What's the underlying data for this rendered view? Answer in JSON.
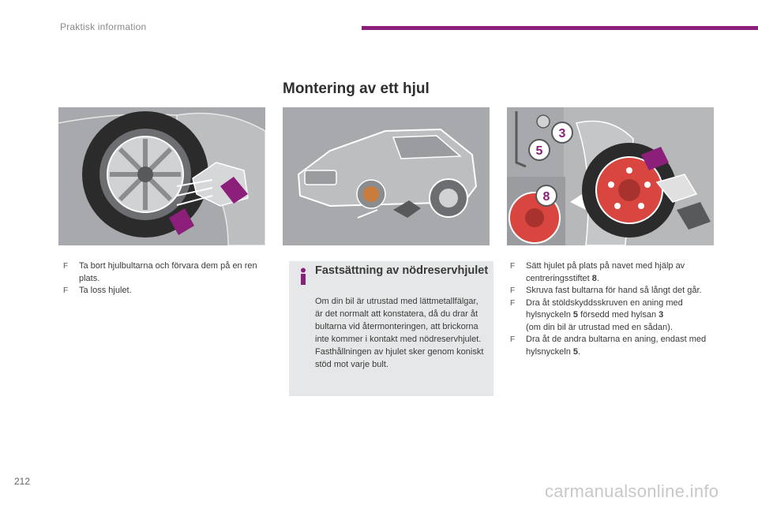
{
  "header": {
    "section": "Praktisk information"
  },
  "title": "Montering av ett hjul",
  "left_steps": [
    "Ta bort hjulbultarna och förvara dem på en ren plats.",
    "Ta loss hjulet."
  ],
  "info": {
    "title": "Fastsättning av nödreservhjulet",
    "body": "Om din bil är utrustad med lättmetallfälgar, är det normalt att konstatera, då du drar åt bultarna vid återmonteringen, att brickorna inte kommer i kontakt med nödreservhjulet. Fasthållningen av hjulet sker genom koniskt stöd mot varje bult."
  },
  "right_steps": {
    "s1_text": "Sätt hjulet på plats på navet med hjälp av centreringsstiftet ",
    "s1_ref": "8",
    "s1_end": ".",
    "s2": "Skruva fast bultarna för hand så långt det går.",
    "s3_text": "Dra åt stöldskyddsskruven en aning med hylsnyckeln ",
    "s3_ref1": "5",
    "s3_mid": " försedd med hylsan ",
    "s3_ref2": "3",
    "s3_end": "(om din bil är utrustad med en sådan).",
    "s4_text": "Dra åt de andra bultarna en aning, endast med hylsnyckeln ",
    "s4_ref": "5",
    "s4_end": "."
  },
  "bullet_mark": "F",
  "callouts": {
    "c3": "3",
    "c5": "5",
    "c8": "8"
  },
  "page_number": "212",
  "watermark": "carmanualsonline.info",
  "colors": {
    "accent": "#8b1f7a",
    "illustration_bg": "#a7a9ac",
    "info_bg": "#e6e7e8",
    "spare_wheel": "#d9463f"
  }
}
